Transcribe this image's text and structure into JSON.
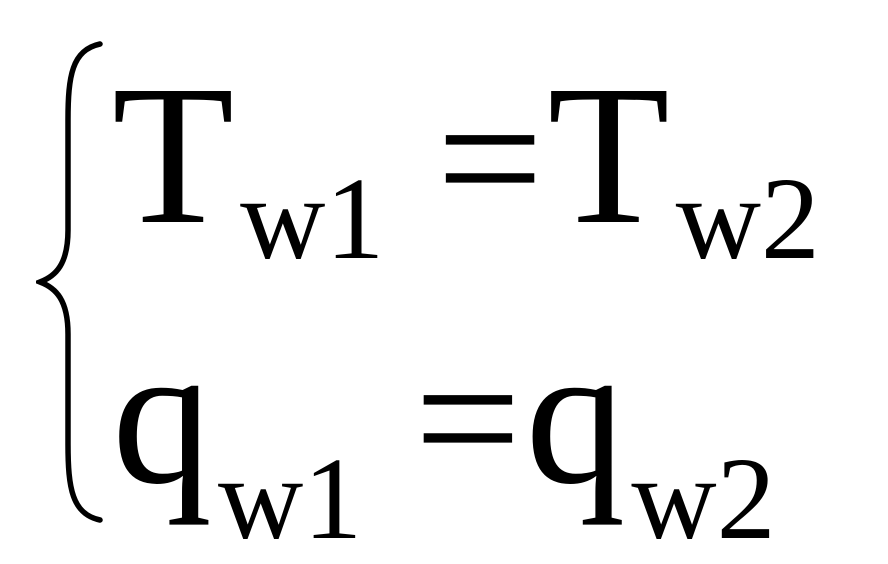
{
  "equations": [
    {
      "lhs": {
        "symbol": "T",
        "subscript": "w1"
      },
      "operator": "=",
      "rhs": {
        "symbol": "T",
        "subscript": "w2"
      }
    },
    {
      "lhs": {
        "symbol": "q",
        "subscript": "w1"
      },
      "operator": "=",
      "rhs": {
        "symbol": "q",
        "subscript": "w2"
      }
    }
  ]
}
